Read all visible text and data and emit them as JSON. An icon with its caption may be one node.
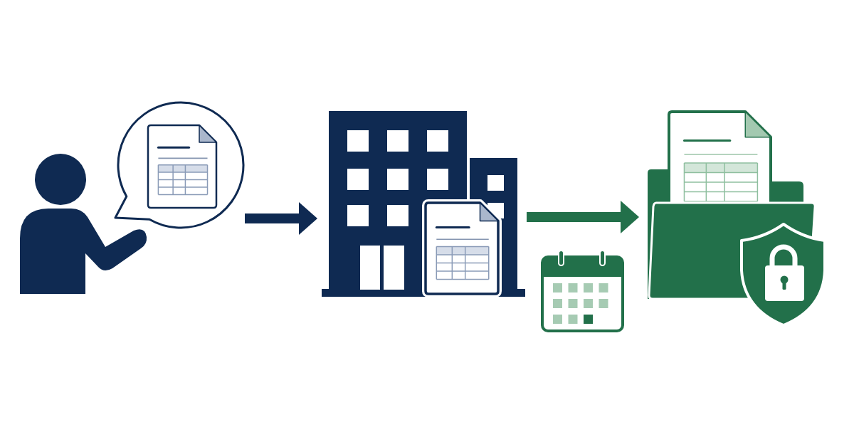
{
  "diagram": {
    "nodes": [
      {
        "text": [],
        "shape": "picture"
      },
      {
        "text": [],
        "shape": "picture"
      },
      {
        "text": [],
        "shape": "picture"
      }
    ],
    "edges": [
      {
        "from": 0,
        "to": 1,
        "arrow": "to"
      },
      {
        "from": 1,
        "to": 2,
        "arrow": "to",
        "color": "#22704a"
      }
    ]
  }
}
